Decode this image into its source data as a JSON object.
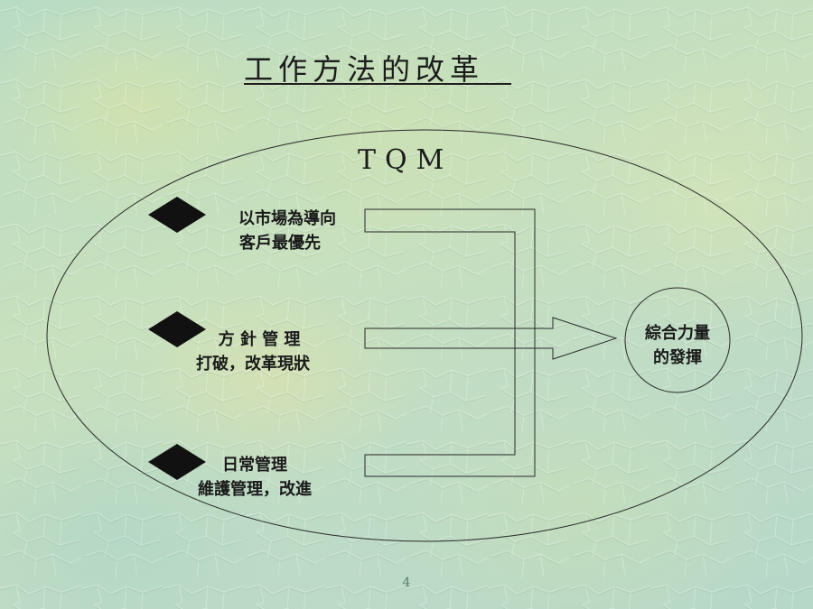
{
  "slide": {
    "title": "工作方法的改革",
    "page_number": "4"
  },
  "diagram": {
    "container_label": "TQM",
    "items": [
      {
        "line1": "以市場為導向",
        "line2": "客戶最優先"
      },
      {
        "line1": "方 針 管 理",
        "line2": "打破，改革現狀"
      },
      {
        "line1": "日常管理",
        "line2": "維護管理，改進"
      }
    ],
    "result": {
      "line1": "綜合力量",
      "line2": "的發揮"
    }
  }
}
